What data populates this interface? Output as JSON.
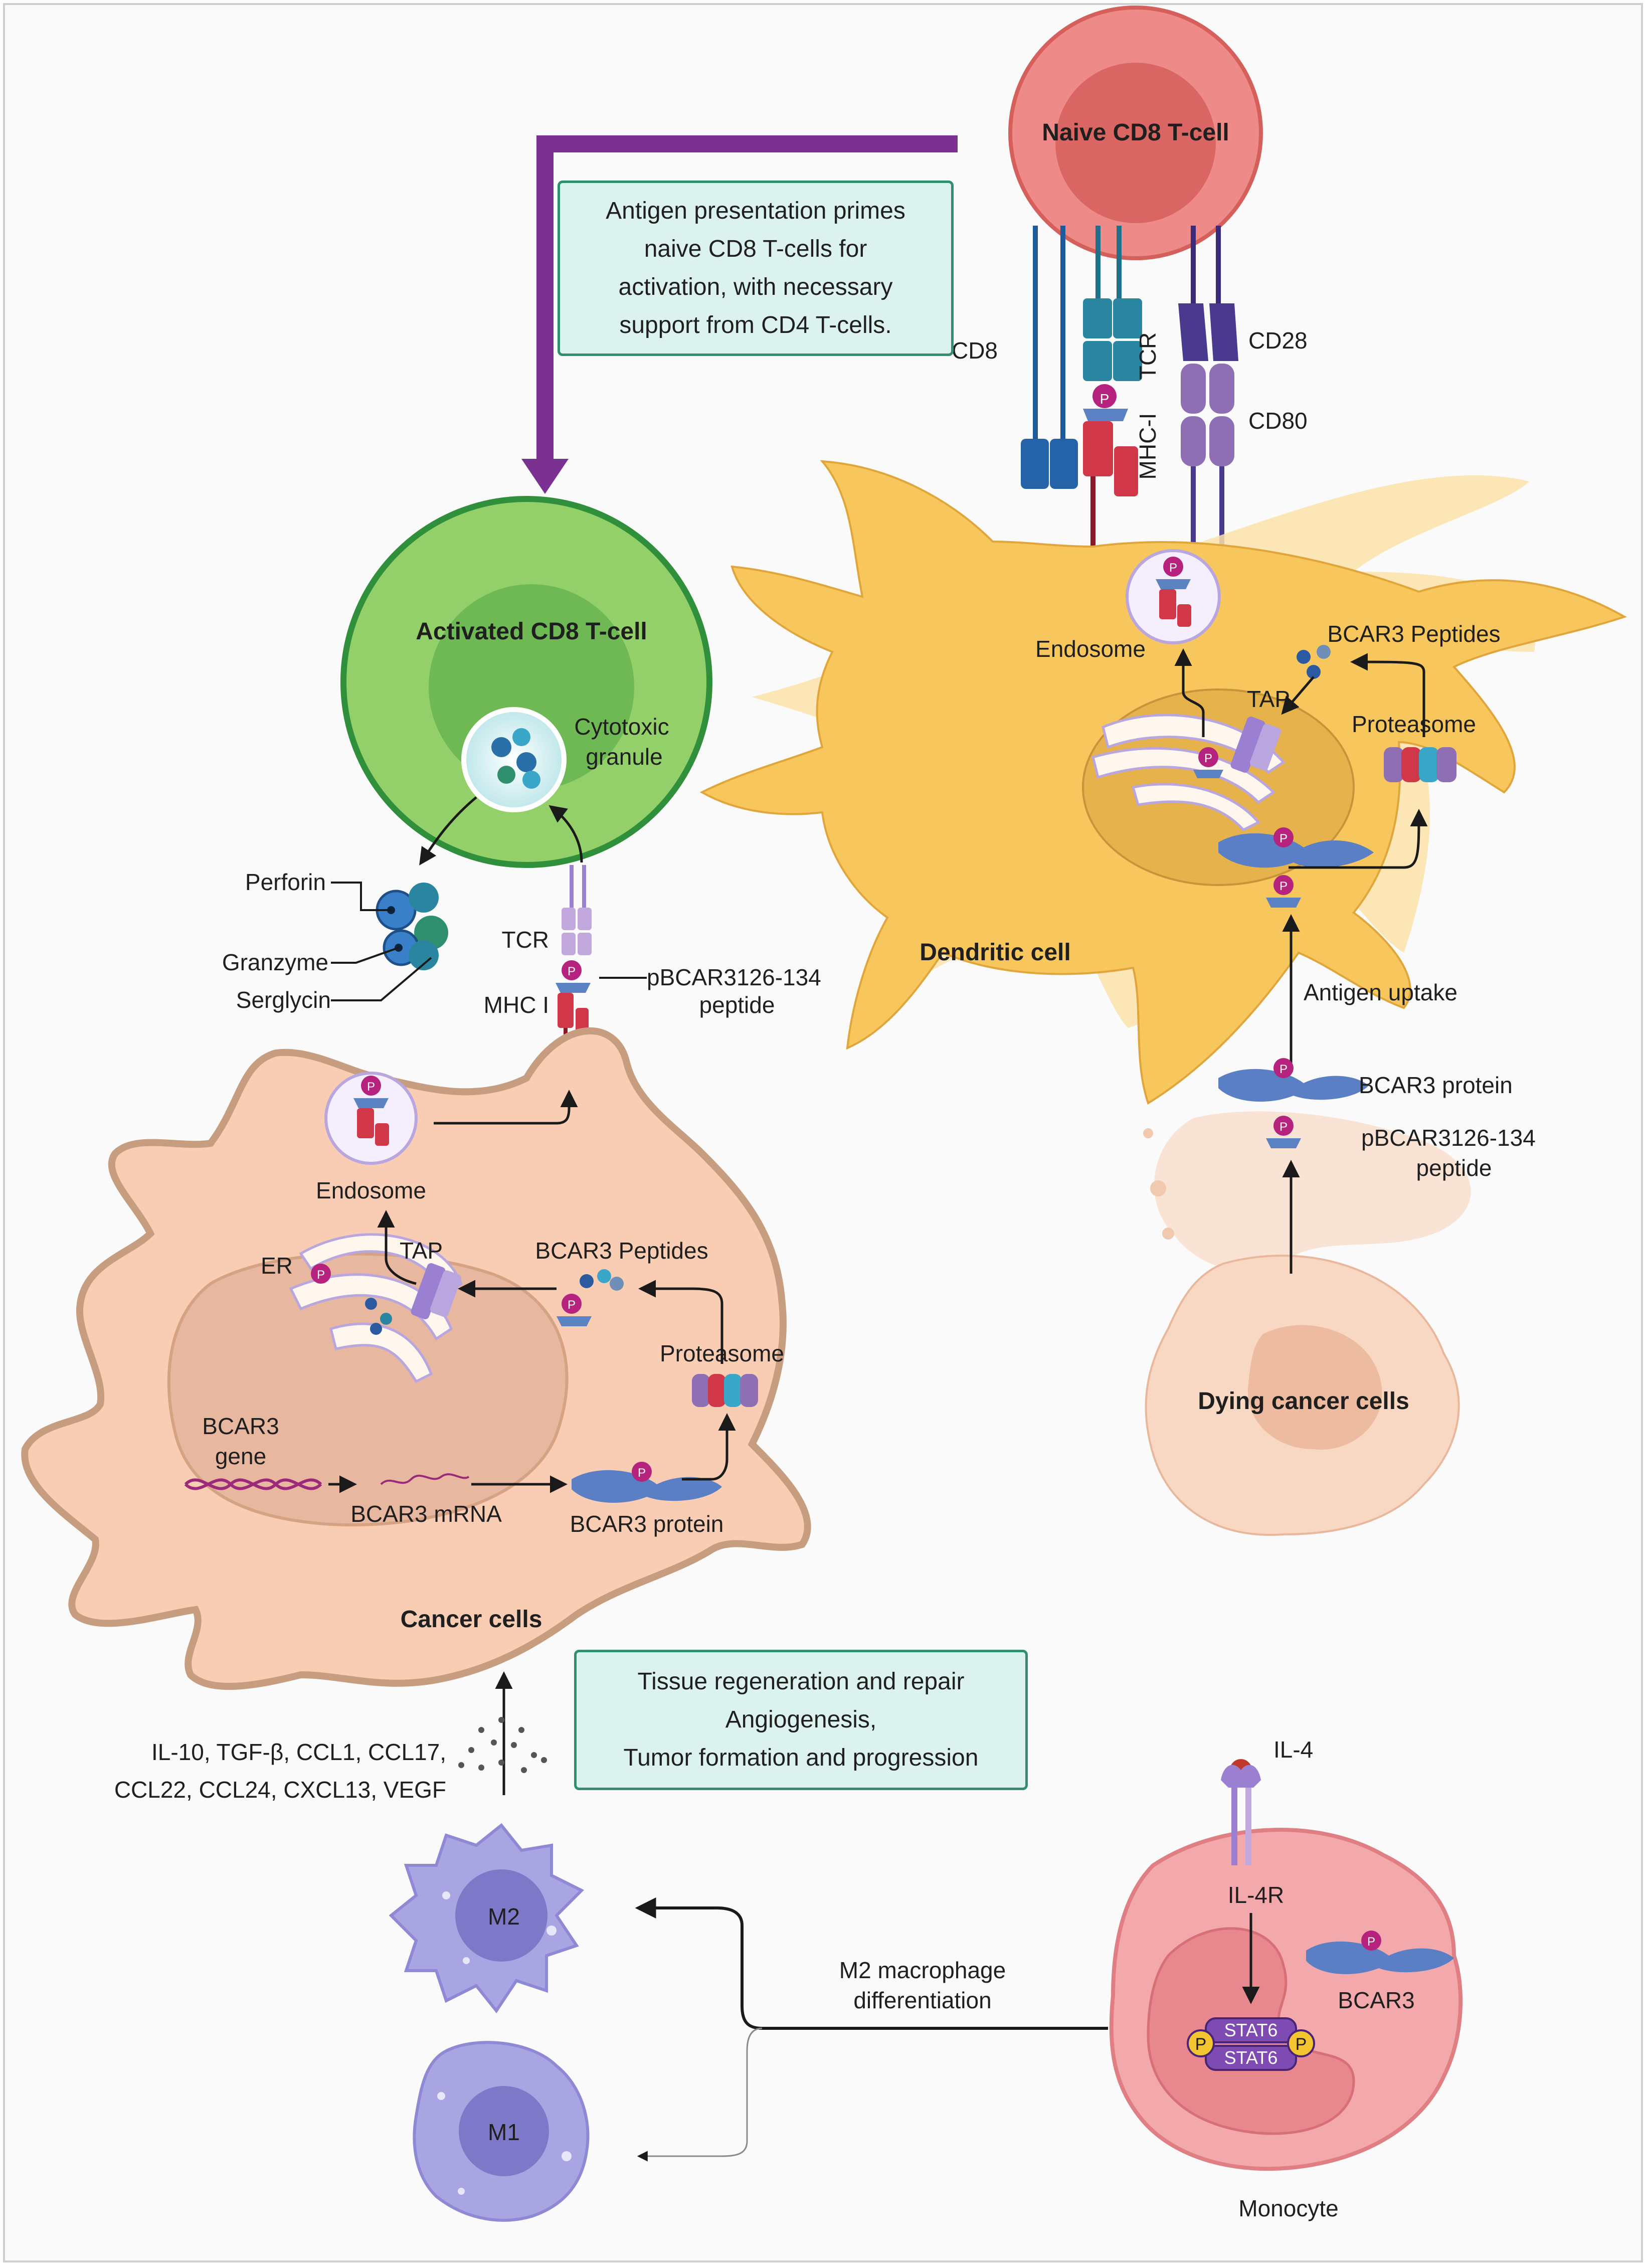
{
  "naive_tcell": {
    "title": "Naive CD8 T-cell"
  },
  "note_top": {
    "lines": [
      "Antigen presentation primes",
      "naive CD8 T-cells for",
      "activation, with necessary",
      "support from CD4 T-cells."
    ]
  },
  "receptors": {
    "cd8": "CD8",
    "tcr": "TCR",
    "mhc1": "MHC-I",
    "cd28": "CD28",
    "cd80": "CD80"
  },
  "dendritic": {
    "title": "Dendritic cell",
    "endosome": "Endosome",
    "peptides": "BCAR3 Peptides",
    "tap": "TAP",
    "proteasome": "Proteasome",
    "antigen_uptake": "Antigen uptake"
  },
  "dying": {
    "bcar3_protein": "BCAR3 protein",
    "peptide_line1": "pBCAR3126-134",
    "peptide_line2": "peptide",
    "title": "Dying cancer cells"
  },
  "activated": {
    "title": "Activated  CD8 T-cell",
    "granule_line1": "Cytotoxic",
    "granule_line2": "granule",
    "perforin": "Perforin",
    "granzyme": "Granzyme",
    "serglycin": "Serglycin",
    "tcr": "TCR",
    "mhc": "MHC I",
    "peptide_line1": "pBCAR3126-134",
    "peptide_line2": "peptide"
  },
  "cancer": {
    "endosome": "Endosome",
    "er": "ER",
    "tap": "TAP",
    "peptides": "BCAR3 Peptides",
    "proteasome": "Proteasome",
    "gene_line1": "BCAR3",
    "gene_line2": "gene",
    "mrna": "BCAR3 mRNA",
    "protein": "BCAR3 protein",
    "title": "Cancer cells"
  },
  "note_bottom": {
    "lines": [
      "Tissue regeneration and repair",
      "Angiogenesis,",
      "Tumor formation and progression"
    ]
  },
  "cytokines": {
    "line1": "IL-10, TGF-β, CCL1, CCL17,",
    "line2": "CCL22, CCL24, CXCL13, VEGF"
  },
  "macrophage": {
    "m2": "M2",
    "m1": "M1",
    "diff_line1": "M2 macrophage",
    "diff_line2": "differentiation"
  },
  "monocyte": {
    "il4": "IL-4",
    "il4r": "IL-4R",
    "bcar3": "BCAR3",
    "stat6": "STAT6",
    "p": "P",
    "title": "Monocyte"
  },
  "phospho_label": "P",
  "colors": {
    "naive_outer": "#ee8a88",
    "naive_inner": "#d96662",
    "activated_outer": "#93d06a",
    "activated_border": "#2f8f3a",
    "dendritic": "#f7c65c",
    "cancer_cell": "#f8cdb4",
    "cancer_border": "#c79d7f",
    "monocyte": "#f3a9ab",
    "macrophage": "#a9a5e3",
    "arrow_purple": "#7b3191",
    "note_fill": "#dcf2ee",
    "note_border": "#2f8f6e"
  }
}
